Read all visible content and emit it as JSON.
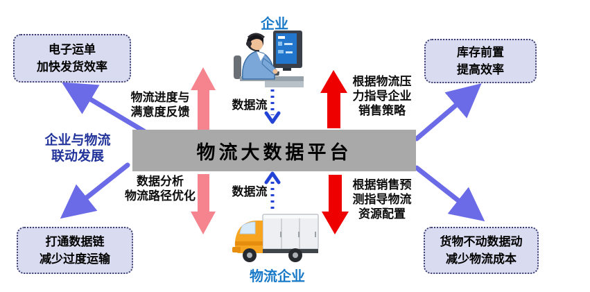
{
  "platform": {
    "label": "物流大数据平台"
  },
  "actors": {
    "enterprise": {
      "label": "企业"
    },
    "logistics": {
      "label": "物流企业"
    }
  },
  "outcome_boxes": {
    "top_left": {
      "line1": "电子运单",
      "line2": "加快发货效率"
    },
    "top_right": {
      "line1": "库存前置",
      "line2": "提高效率"
    },
    "bottom_left": {
      "line1": "打通数据链",
      "line2": "减少过度运输"
    },
    "bottom_right": {
      "line1": "货物不动数据动",
      "line2": "减少物流成本"
    }
  },
  "flow_labels": {
    "data_flow_top": "数据流",
    "data_flow_bottom": "数据流",
    "feedback_up": {
      "line1": "物流进度与",
      "line2": "满意度反馈"
    },
    "analysis_down": {
      "line1": "数据分析",
      "line2": "物流路径优化"
    },
    "sales_strategy_up": {
      "line1": "根据物流压",
      "line2": "力指导企业",
      "line3": "销售策略"
    },
    "resource_alloc_down": {
      "line1": "根据销售预",
      "line2": "测指导物流",
      "line3": "资源配置"
    },
    "joint_development": {
      "line1": "企业与物流",
      "line2": "联动发展"
    }
  },
  "colors": {
    "box_fill": "#d9dcf0",
    "box_border": "#3b3b6e",
    "platform_gray": "#a9a9a9",
    "blue_arrow": "#6b6be8",
    "pink_arrow": "#f5848e",
    "red_arrow": "#ee0000",
    "dotted_arrow_blue": "#2343d6",
    "actor_label_blue": "#1879c8",
    "navy_text": "#22339b"
  }
}
